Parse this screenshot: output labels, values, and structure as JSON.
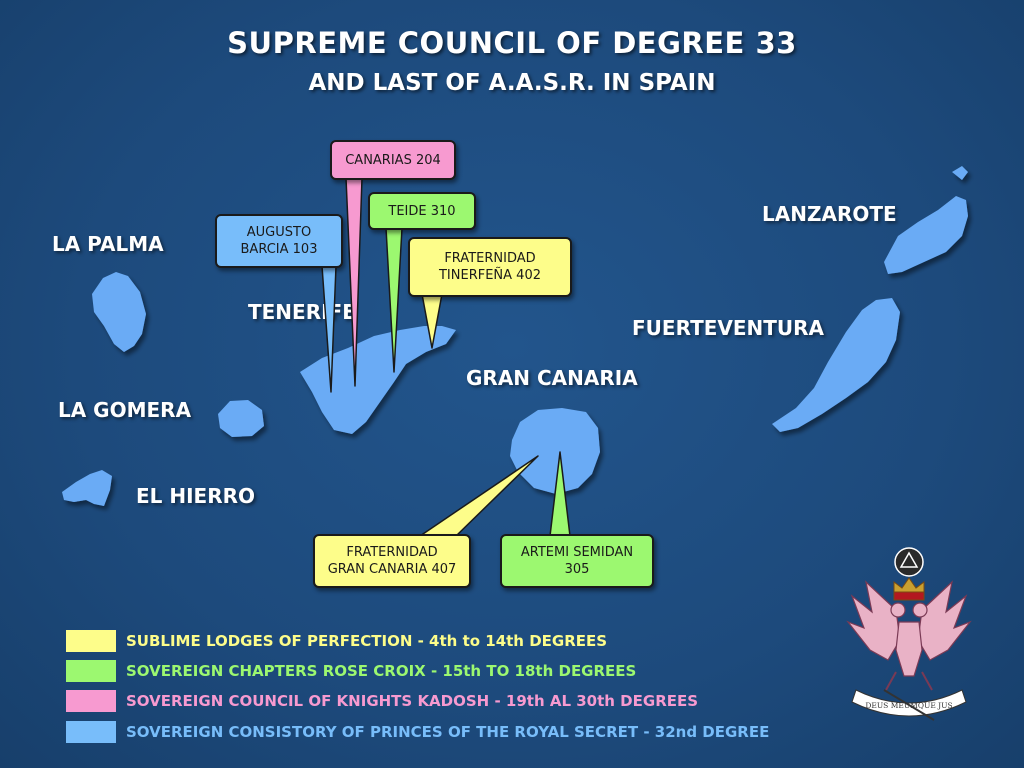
{
  "title": {
    "line1": "SUPREME COUNCIL OF DEGREE 33",
    "line2": "AND LAST OF A.A.S.R. IN SPAIN"
  },
  "islands": {
    "la_palma": "LA PALMA",
    "la_gomera": "LA GOMERA",
    "el_hierro": "EL HIERRO",
    "tenerife": "TENERIFE",
    "gran_canaria": "GRAN CANARIA",
    "lanzarote": "LANZAROTE",
    "fuerteventura": "FUERTEVENTURA"
  },
  "lodges": {
    "canarias": "CANARIAS 204",
    "teide": "TEIDE 310",
    "augusto_barcia": "AUGUSTO\nBARCIA 103",
    "fraternidad_tinerfena": "FRATERNIDAD\nTINERFEÑA 402",
    "fraternidad_gran_canaria": "FRATERNIDAD\nGRAN CANARIA 407",
    "artemi_semidan": "ARTEMI SEMIDAN\n305"
  },
  "legend": [
    {
      "label": "SUBLIME LODGES OF PERFECTION - 4th to 14th DEGREES",
      "color": "#fdfd8a"
    },
    {
      "label": "SOVEREIGN CHAPTERS ROSE CROIX - 15th TO 18th DEGREES",
      "color": "#9cf870"
    },
    {
      "label": "SOVEREIGN COUNCIL OF  KNIGHTS KADOSH - 19th AL 30th DEGREES",
      "color": "#f79ad0"
    },
    {
      "label": "SOVEREIGN CONSISTORY OF PRINCES OF THE ROYAL SECRET - 32nd DEGREE",
      "color": "#78bdfa"
    }
  ],
  "colors": {
    "island": "#6aabf5",
    "yellow": "#fdfd8a",
    "green": "#9cf870",
    "pink": "#f79ad0",
    "blue": "#78bdfa",
    "emblem": "#e9b2c6"
  },
  "emblem": {
    "motto": "DEUS MEUMQUE JUS",
    "shape": "double-headed-eagle-icon"
  }
}
